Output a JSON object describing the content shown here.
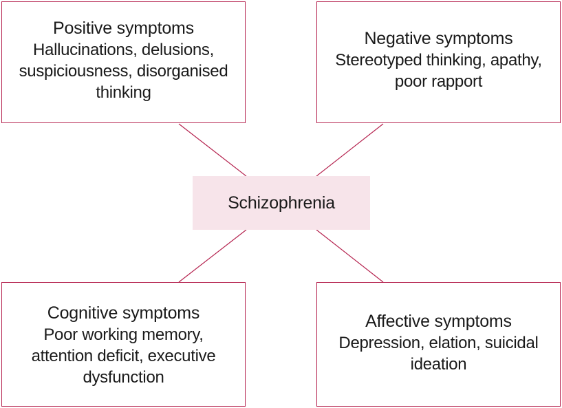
{
  "diagram": {
    "center": {
      "label": "Schizophrenia"
    },
    "nodes": {
      "positive": {
        "title": "Positive symptoms",
        "lines": [
          "Hallucinations, delusions,",
          "suspiciousness, disorganised",
          "thinking"
        ]
      },
      "negative": {
        "title": "Negative symptoms",
        "lines": [
          "Stereotyped thinking, apathy,",
          "poor rapport"
        ]
      },
      "cognitive": {
        "title": "Cognitive symptoms",
        "lines": [
          "Poor working memory,",
          "attention deficit, executive",
          "dysfunction"
        ]
      },
      "affective": {
        "title": "Affective symptoms",
        "lines": [
          "Depression, elation, suicidal",
          "ideation"
        ]
      }
    },
    "colors": {
      "border": "#b5234f",
      "center_fill": "#f7e4ea",
      "text": "#1a1a1a"
    }
  }
}
